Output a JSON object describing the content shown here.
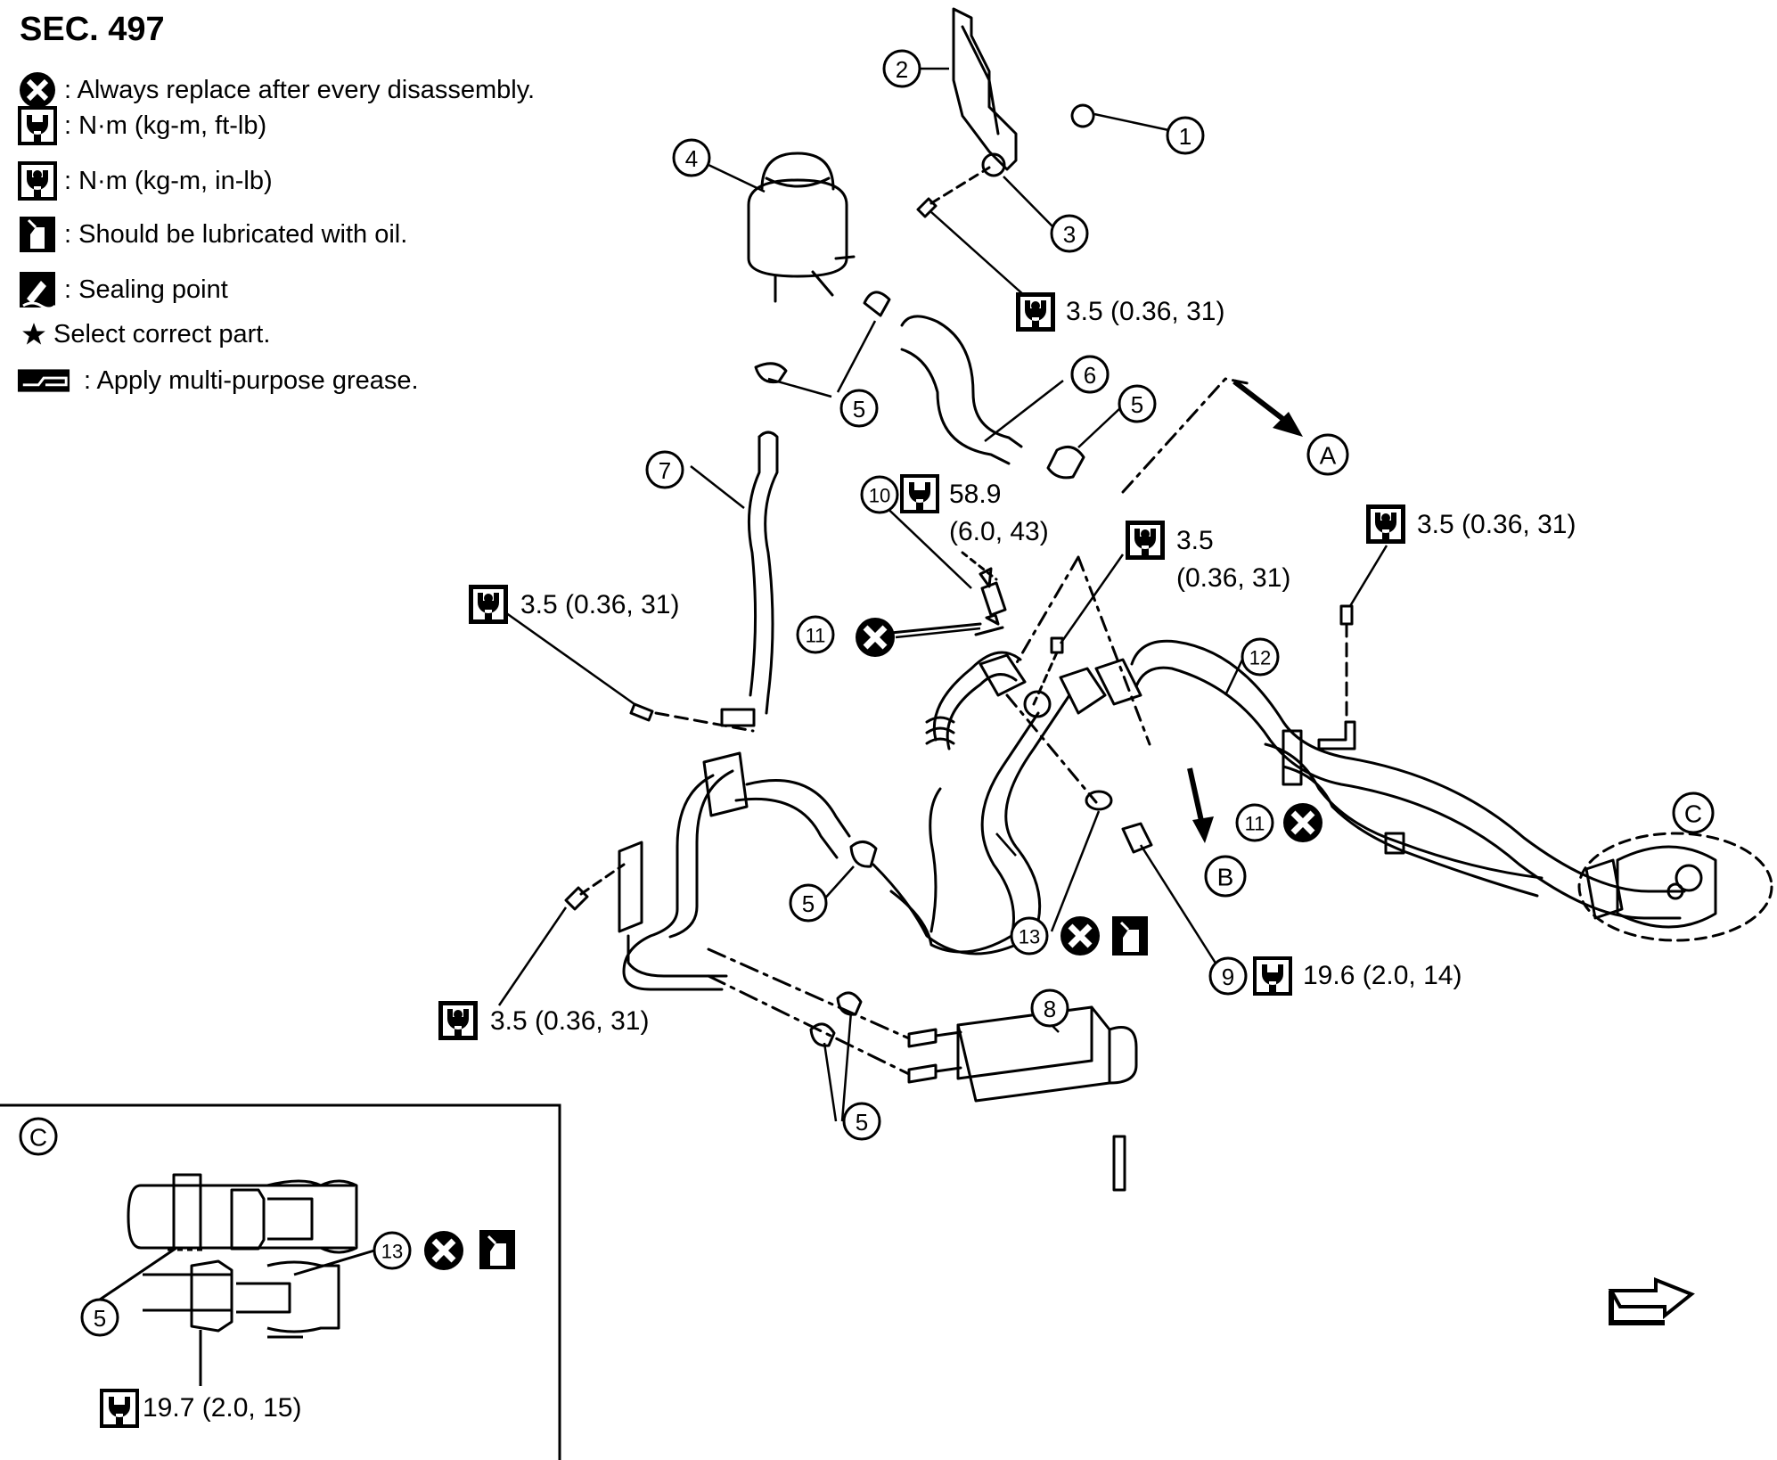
{
  "section_title": "SEC. 497",
  "legend": [
    {
      "icon": "replace-x-icon",
      "text": ": Always replace after every disassembly."
    },
    {
      "icon": "torque-wrench-icon",
      "text": ": N·m (kg-m, ft-lb)"
    },
    {
      "icon": "torque-wrench-small-icon",
      "text": ": N·m (kg-m, in-lb)"
    },
    {
      "icon": "oil-can-icon",
      "text": ": Should be lubricated with oil."
    },
    {
      "icon": "sealant-icon",
      "text": ": Sealing point"
    },
    {
      "icon": "star-icon",
      "text": "Select correct part."
    },
    {
      "icon": "grease-gun-icon",
      "text": ": Apply multi-purpose grease."
    }
  ],
  "callouts": [
    "1",
    "2",
    "3",
    "4",
    "5",
    "6",
    "7",
    "8",
    "9",
    "10",
    "11",
    "12",
    "13"
  ],
  "view_refs": [
    "A",
    "B",
    "C"
  ],
  "torque": {
    "t_upper_bolt": "3.5 (0.36, 31)",
    "t10_line1": "58.9",
    "t10_line2": "(6.0, 43)",
    "t_mid_line1": "3.5",
    "t_mid_line2": "(0.36, 31)",
    "t_right": "3.5 (0.36, 31)",
    "t_left_upper": "3.5 (0.36, 31)",
    "t_left_lower": "3.5 (0.36, 31)",
    "t9": "19.6 (2.0, 14)",
    "t_detail": "19.7 (2.0, 15)"
  },
  "colors": {
    "ink": "#000000",
    "paper": "#ffffff"
  }
}
